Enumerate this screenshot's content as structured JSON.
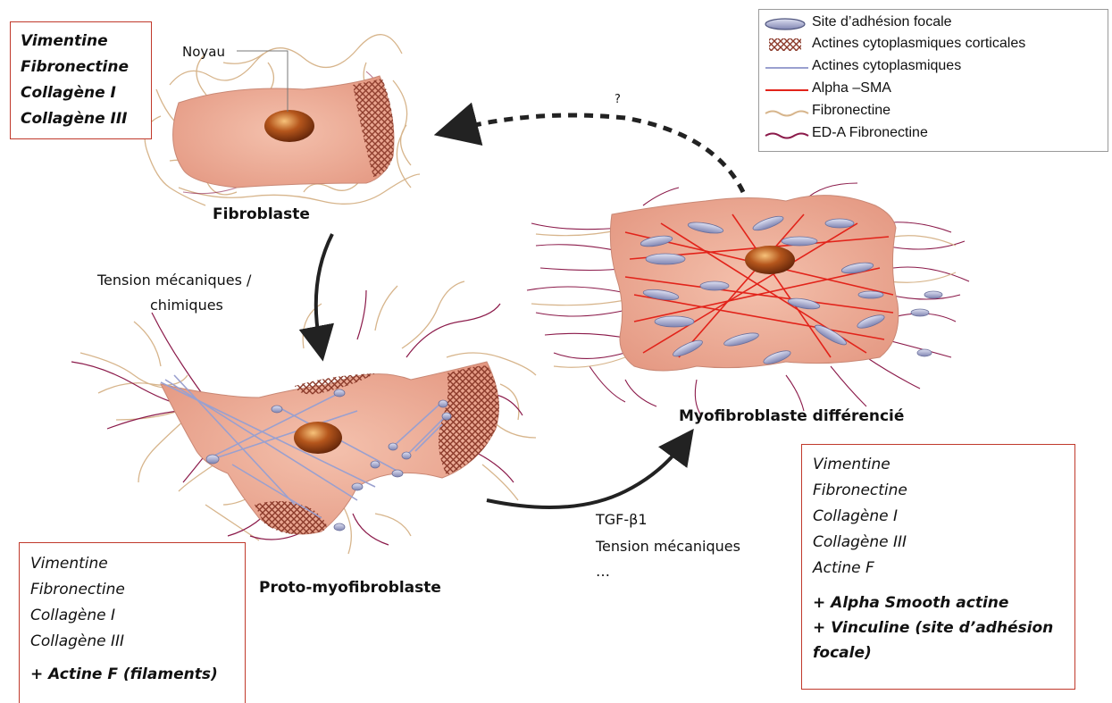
{
  "legend": {
    "items": [
      {
        "label": "Site d’adhésion focale",
        "symbol": "ellipse",
        "color": "#8b8fb8"
      },
      {
        "label": "Actines cytoplasmiques corticales",
        "symbol": "hatch",
        "color": "#8b3a2a"
      },
      {
        "label": "Actines cytoplasmiques",
        "symbol": "line",
        "color": "#9aa0cf"
      },
      {
        "label": "Alpha –SMA",
        "symbol": "line",
        "color": "#e2231a"
      },
      {
        "label": "Fibronectine",
        "symbol": "wave",
        "color": "#d7b58c"
      },
      {
        "label": "ED-A Fibronectine",
        "symbol": "wave",
        "color": "#8b1a4a"
      }
    ]
  },
  "cells": {
    "fibroblast": {
      "label": "Fibroblaste",
      "nucleus_label": "Noyau"
    },
    "proto": {
      "label": "Proto-myofibroblaste"
    },
    "myo": {
      "label": "Myofibroblaste différencié"
    }
  },
  "arrows": {
    "fib_to_proto": {
      "label_line1": "Tension mécaniques /",
      "label_line2": "chimiques"
    },
    "proto_to_myo": {
      "line1": "TGF-β1",
      "line2": "Tension mécaniques",
      "line3": "…"
    },
    "myo_to_fib": {
      "label": "?"
    }
  },
  "markers": {
    "fibroblast": [
      "Vimentine",
      "Fibronectine",
      "Collagène I",
      "Collagène III"
    ],
    "proto": {
      "items": [
        "Vimentine",
        "Fibronectine",
        "Collagène I",
        "Collagène III"
      ],
      "extra": "+ Actine F (filaments)"
    },
    "myo": {
      "items": [
        "Vimentine",
        "Fibronectine",
        "Collagène I",
        "Collagène III",
        "Actine F"
      ],
      "extra1": "+ Alpha Smooth actine",
      "extra2": "+ Vinculine (site d’adhésion focale)"
    }
  },
  "colors": {
    "cell_fill": "#eaa590",
    "nucleus": "#8b3a12",
    "box_border": "#c0392b",
    "alpha_sma": "#e2231a",
    "actin": "#9aa0cf",
    "fibronectin": "#d7b58c",
    "eda_fibronectin": "#8b1a4a"
  }
}
